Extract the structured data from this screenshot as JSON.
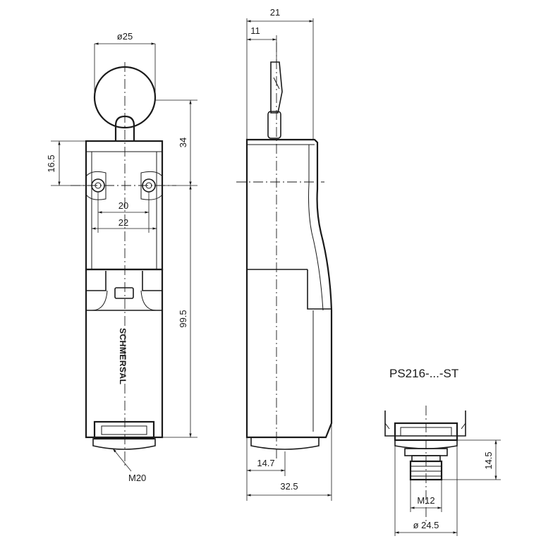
{
  "drawing": {
    "brand": "SCHMERSAL",
    "variant_label": "PS216-...-ST",
    "front_view": {
      "ring_diameter": "ø25",
      "height_top": "34",
      "height_left": "16.5",
      "hole_spacing_inner": "20",
      "hole_spacing_outer": "22",
      "height_body": "99.5",
      "thread": "M20"
    },
    "side_view": {
      "depth_total_top": "21",
      "depth_key": "11",
      "bottom_offset": "14.7",
      "depth_body": "32.5"
    },
    "connector_view": {
      "connector_height": "14.5",
      "connector_thread": "M12",
      "connector_diameter": "ø 24.5"
    }
  }
}
